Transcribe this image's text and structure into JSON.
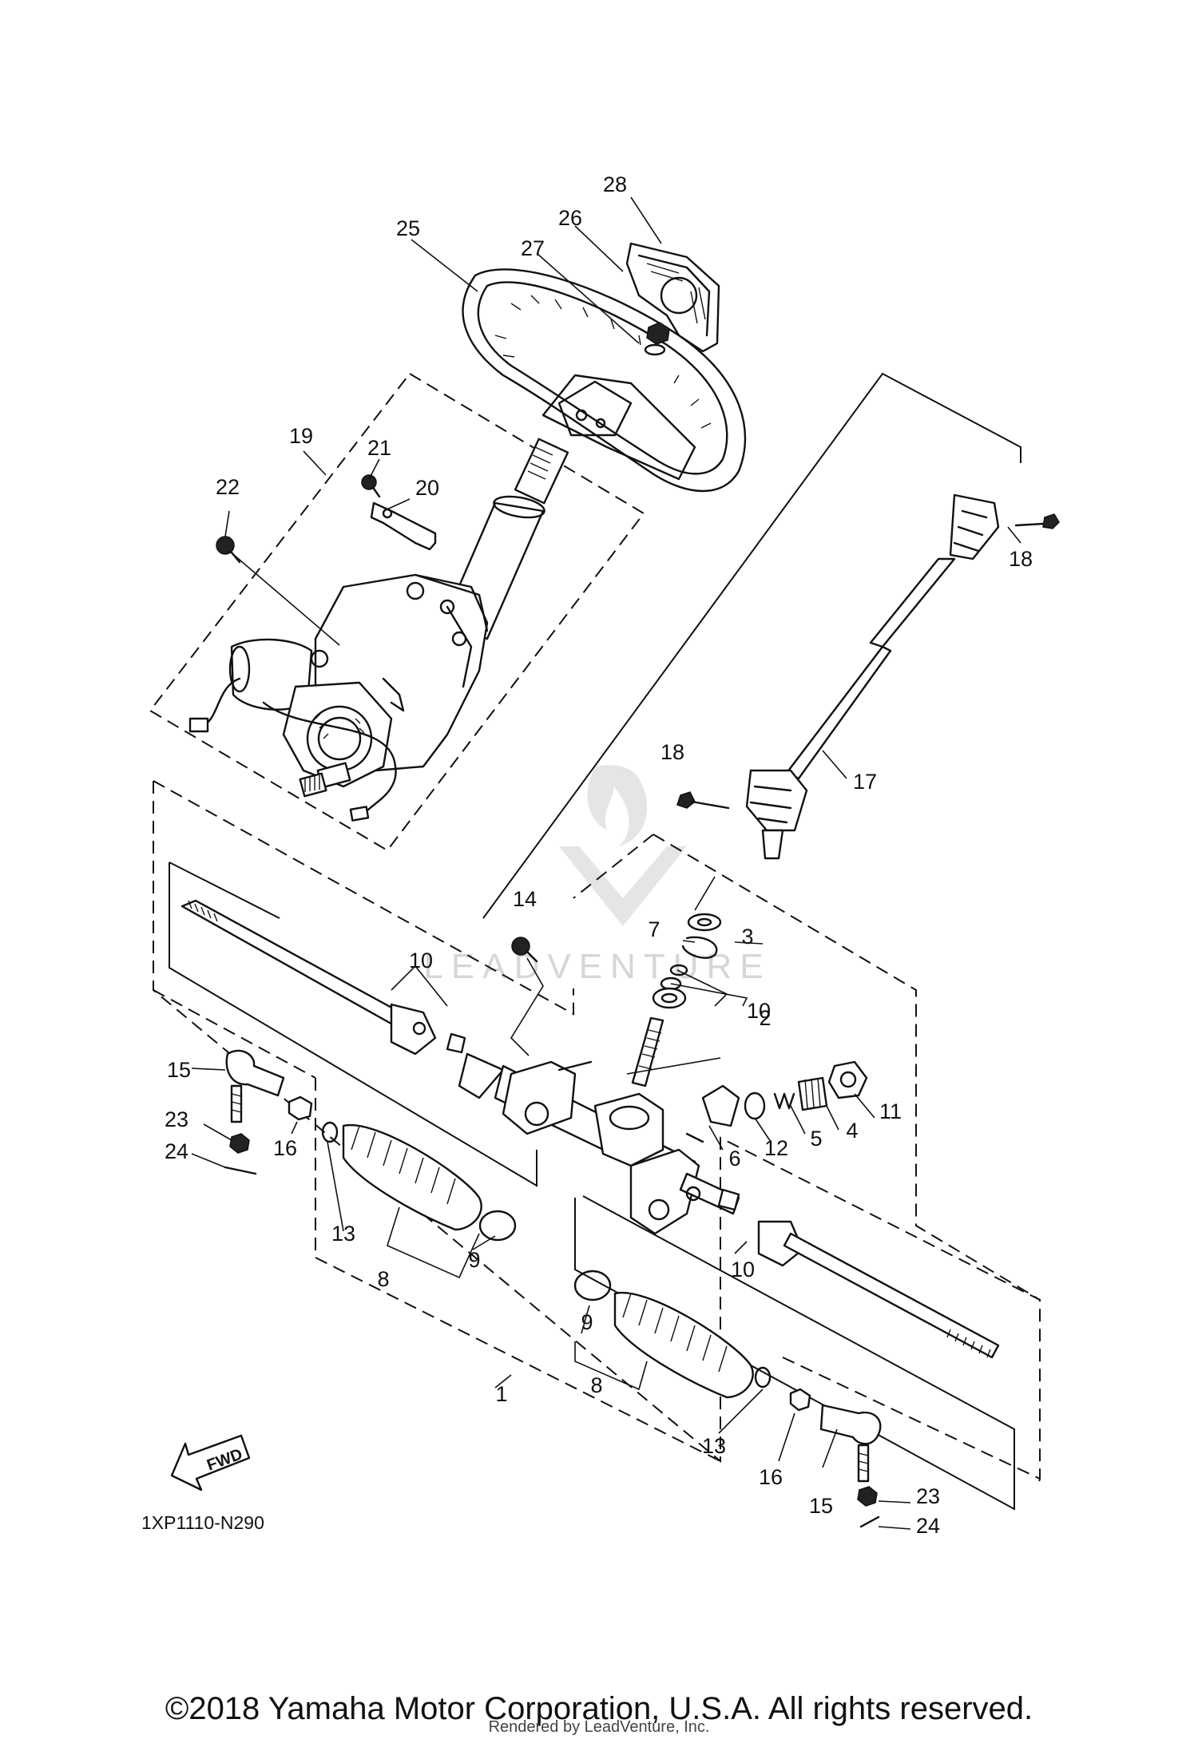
{
  "diagram_code": "1XP1110-N290",
  "fwd_label": "FWD",
  "watermark": "LEADVENTURE",
  "copyright": "©2018 Yamaha Motor Corporation, U.S.A. All rights reserved.",
  "rendered_by": "Rendered by LeadVenture, Inc.",
  "callouts": [
    "1",
    "2",
    "3",
    "4",
    "5",
    "6",
    "7",
    "8",
    "8",
    "9",
    "9",
    "10",
    "10",
    "10",
    "11",
    "12",
    "13",
    "13",
    "14",
    "15",
    "15",
    "16",
    "16",
    "17",
    "18",
    "18",
    "19",
    "20",
    "21",
    "22",
    "23",
    "23",
    "24",
    "24",
    "25",
    "26",
    "27",
    "28"
  ]
}
